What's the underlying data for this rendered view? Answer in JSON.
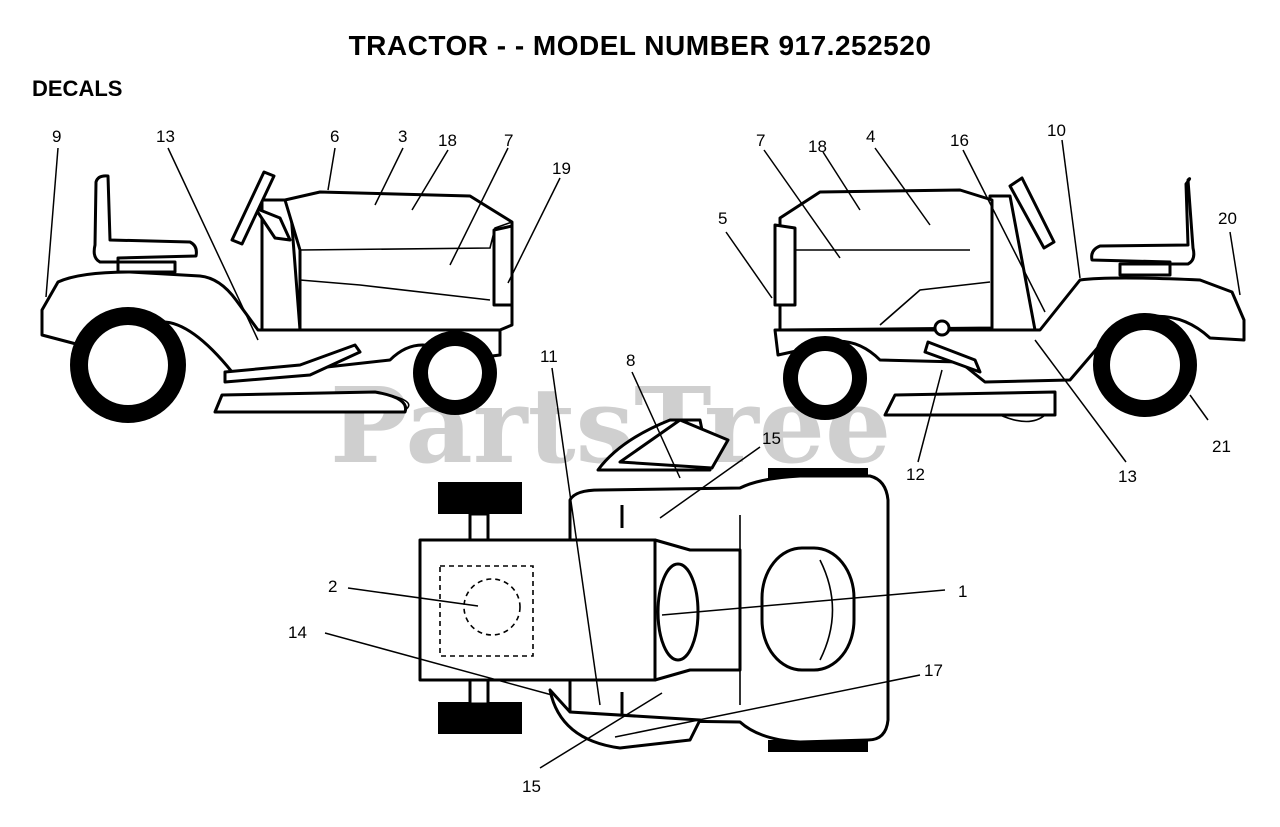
{
  "page": {
    "title": "TRACTOR - - MODEL NUMBER 917.252520",
    "section": "DECALS",
    "watermark": "PartsTree"
  },
  "callouts": [
    {
      "id": "c9",
      "label": "9"
    },
    {
      "id": "c13a",
      "label": "13"
    },
    {
      "id": "c6",
      "label": "6"
    },
    {
      "id": "c3",
      "label": "3"
    },
    {
      "id": "c18a",
      "label": "18"
    },
    {
      "id": "c7a",
      "label": "7"
    },
    {
      "id": "c19",
      "label": "19"
    },
    {
      "id": "c7b",
      "label": "7"
    },
    {
      "id": "c18b",
      "label": "18"
    },
    {
      "id": "c4",
      "label": "4"
    },
    {
      "id": "c16",
      "label": "16"
    },
    {
      "id": "c10",
      "label": "10"
    },
    {
      "id": "c5",
      "label": "5"
    },
    {
      "id": "c20",
      "label": "20"
    },
    {
      "id": "c11",
      "label": "11"
    },
    {
      "id": "c8",
      "label": "8"
    },
    {
      "id": "c15a",
      "label": "15"
    },
    {
      "id": "c12",
      "label": "12"
    },
    {
      "id": "c13b",
      "label": "13"
    },
    {
      "id": "c21",
      "label": "21"
    },
    {
      "id": "c2",
      "label": "2"
    },
    {
      "id": "c1",
      "label": "1"
    },
    {
      "id": "c14",
      "label": "14"
    },
    {
      "id": "c17",
      "label": "17"
    },
    {
      "id": "c15b",
      "label": "15"
    }
  ]
}
